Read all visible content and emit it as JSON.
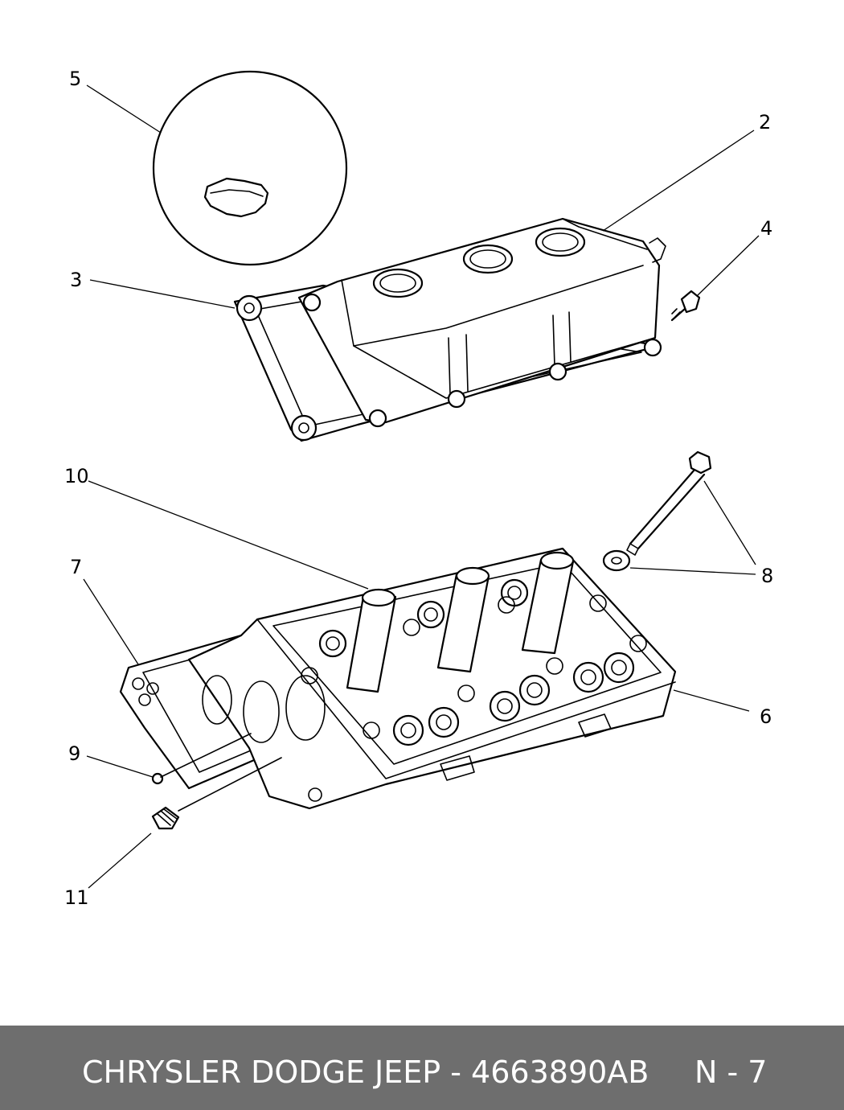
{
  "diagram": {
    "callouts": {
      "c2": "2",
      "c3": "3",
      "c4": "4",
      "c5": "5",
      "c6": "6",
      "c7": "7",
      "c8": "8",
      "c9": "9",
      "c10": "10",
      "c11": "11"
    }
  },
  "footer": {
    "part_label": "CHRYSLER DODGE JEEP - 4663890AB",
    "page_label": "N - 7",
    "background_color": "#6e6e6e",
    "text_color": "#ffffff"
  }
}
